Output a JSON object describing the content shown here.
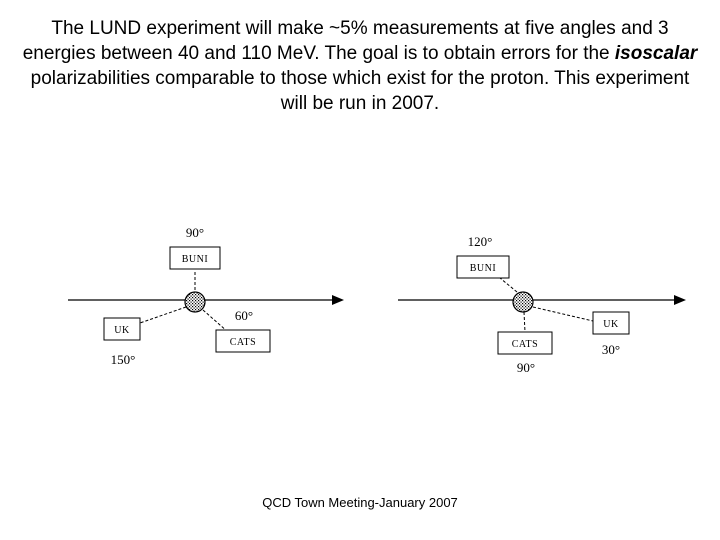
{
  "intro": {
    "part1": "The LUND experiment will make ~5% measurements at five angles and 3 energies between 40 and 110 MeV.  The goal is to obtain errors for the ",
    "emph": "isoscalar",
    "part2": " polarizabilities comparable to those which exist for the proton.  This experiment will be run in 2007."
  },
  "left_setup": {
    "bunI": {
      "name": "BUNI",
      "angle": "90°"
    },
    "cats": {
      "name": "CATS",
      "angle": "60°"
    },
    "uk": {
      "name": "UK",
      "angle": "150°"
    }
  },
  "right_setup": {
    "bunI": {
      "name": "BUNI",
      "angle": "120°"
    },
    "cats": {
      "name": "CATS",
      "angle": "90°"
    },
    "uk": {
      "name": "UK",
      "angle": "30°"
    }
  },
  "footer": "QCD Town Meeting-January 2007"
}
